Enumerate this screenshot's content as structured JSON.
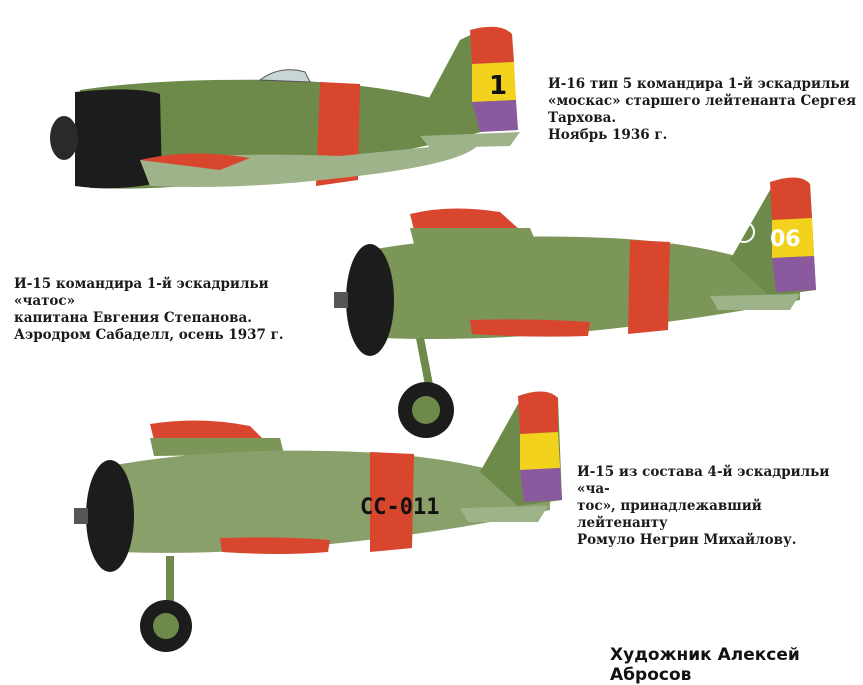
{
  "captions": {
    "plane1": [
      "И-16 тип 5 командира 1-й эскадрильи",
      "«москас» старшего лейтенанта Сергея Тархова.",
      "Ноябрь 1936 г."
    ],
    "plane2": [
      "И-15 командира 1-й эскадрильи «чатос»",
      "капитана Евгения Степанова.",
      "Аэродром Сабаделл, осень 1937 г."
    ],
    "plane3": [
      "И-15 из состава 4-й эскадрильи «ча-",
      "тос», принадлежавший лейтенанту",
      "Ромуло Негрин Михайлову."
    ]
  },
  "markings": {
    "plane1_tail_number": "1",
    "plane2_tail_number": "06",
    "plane3_fuselage_code": "СС-011"
  },
  "artist": "Художник Алексей Абросов",
  "colors": {
    "camo_green": "#6f8a4c",
    "light_green": "#9fb38a",
    "band_red": "#d9462e",
    "flag_yellow": "#f2d21c",
    "flag_purple": "#8b5a9e",
    "engine_black": "#1c1c1c"
  }
}
